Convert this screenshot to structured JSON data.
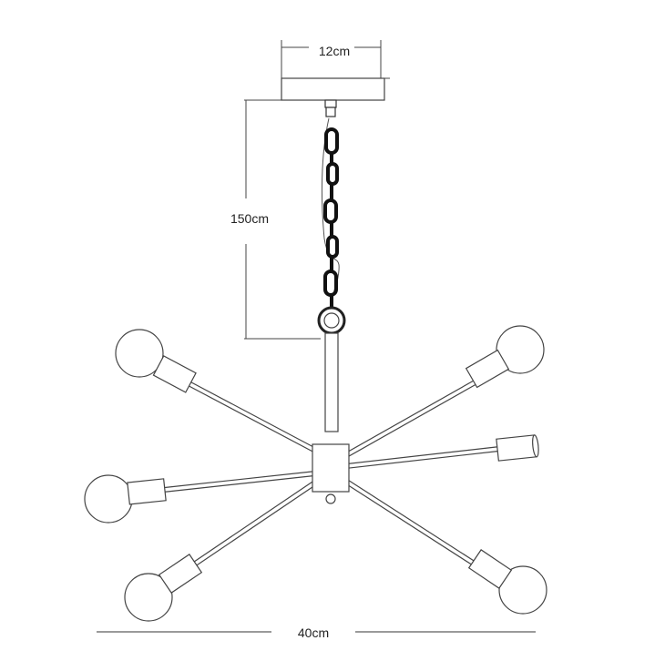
{
  "dimensions": {
    "canopy_width": "12cm",
    "drop_height": "150cm",
    "overall_width": "40cm"
  }
}
